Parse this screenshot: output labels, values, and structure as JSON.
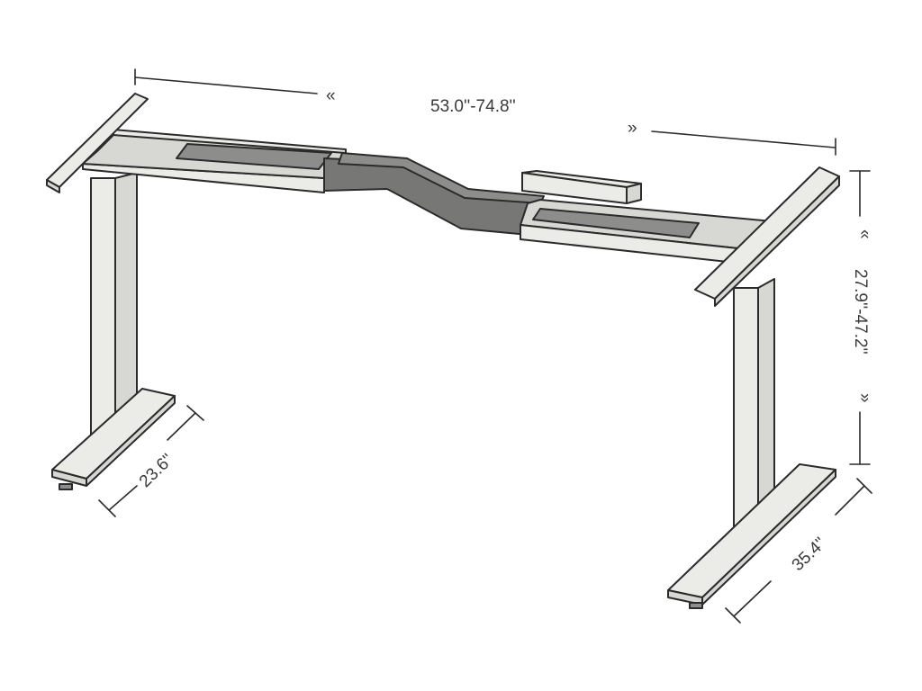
{
  "diagram": {
    "dimensions": {
      "width": "53.0''-74.8''",
      "height": "27.9''-47.2''",
      "left_foot_depth": "23.6\"",
      "right_foot_depth": "35.4\""
    },
    "arrows": {
      "left": "«",
      "right": "»"
    },
    "colors": {
      "background": "#ffffff",
      "outline": "#2b2b2b",
      "frame_light": "#ebece8",
      "frame_dark": "#8d8e8c"
    }
  }
}
